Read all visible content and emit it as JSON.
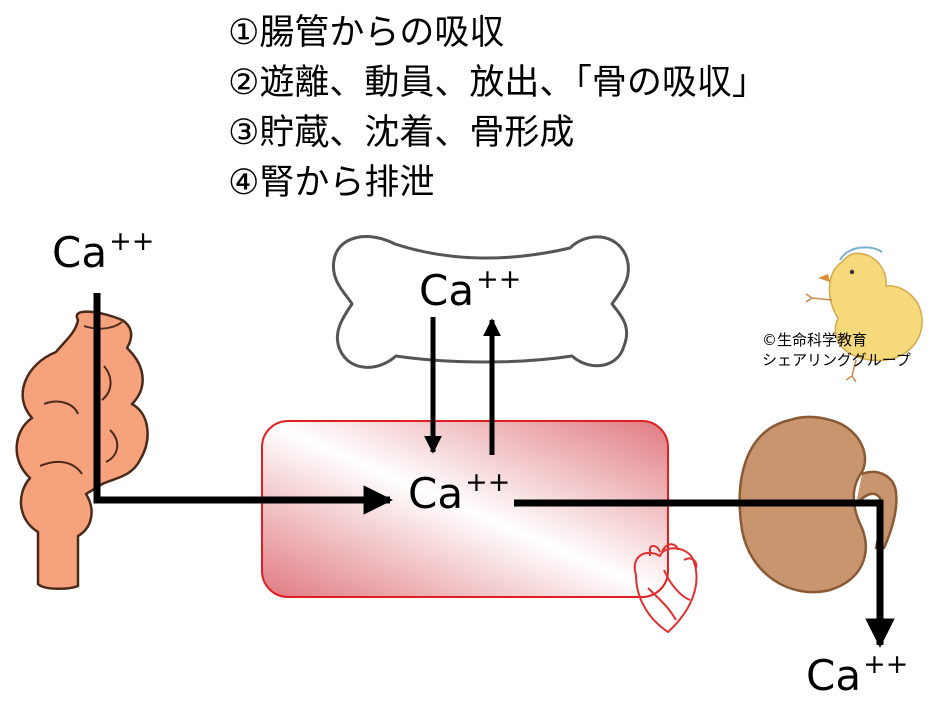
{
  "steps": [
    "①腸管からの吸収",
    "②遊離、動員、放出、「骨の吸収」",
    "③貯蔵、沈着、骨形成",
    "④腎から排泄"
  ],
  "ion": {
    "element": "Ca",
    "charge": "++"
  },
  "credit": {
    "line1": "©生命科学教育",
    "line2": "シェアリンググループ"
  },
  "colors": {
    "intestine_fill": "#f6a27c",
    "intestine_stroke": "#4a2a1a",
    "blood_box_stroke": "#e02020",
    "blood_box_fill_light": "#ffffff",
    "blood_box_fill_dark": "#e07a80",
    "heart_stroke": "#e03030",
    "kidney_fill": "#c8956e",
    "kidney_stroke": "#8a5a34",
    "chick_fill": "#f5d97a",
    "arrow": "#000000"
  },
  "icons": [
    "intestine-icon",
    "bone-icon",
    "heart-icon",
    "kidney-icon",
    "chick-mascot-icon"
  ]
}
